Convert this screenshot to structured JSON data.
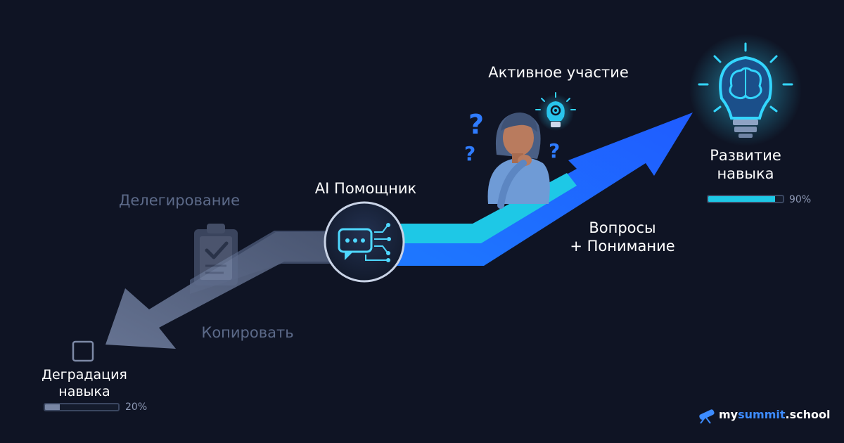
{
  "labels": {
    "delegation": "Делегирование",
    "copy": "Копировать",
    "degradation_line1": "Деградация",
    "degradation_line2": "навыка",
    "ai_helper": "AI Помощник",
    "active_participation": "Активное участие",
    "development_line1": "Развитие",
    "development_line2": "навыка",
    "questions_line1": "Вопросы",
    "questions_line2": "+ Понимание"
  },
  "progress": {
    "degradation": {
      "value": 0.2,
      "text": "20%"
    },
    "development": {
      "value": 0.9,
      "text": "90%"
    }
  },
  "brand": {
    "prefix": "my",
    "accent": "summit",
    "suffix": ".school"
  },
  "colors": {
    "background": "#0f1424",
    "down_arrow": "#5e6c8c",
    "up_arrow_blue": "#1f6bff",
    "up_arrow_cyan": "#1ec8e6",
    "glow": "#33d6ff",
    "brand_accent": "#3d8cff"
  },
  "icons": {
    "hub": "chat-ai-icon",
    "clipboard": "clipboard-check-icon",
    "bulb": "lightbulb-brain-icon",
    "gear_bulb": "lightbulb-gear-icon",
    "question": "question-mark-icon",
    "person": "thinking-woman-icon",
    "checkbox": "empty-checkbox-icon",
    "brand": "telescope-icon"
  }
}
